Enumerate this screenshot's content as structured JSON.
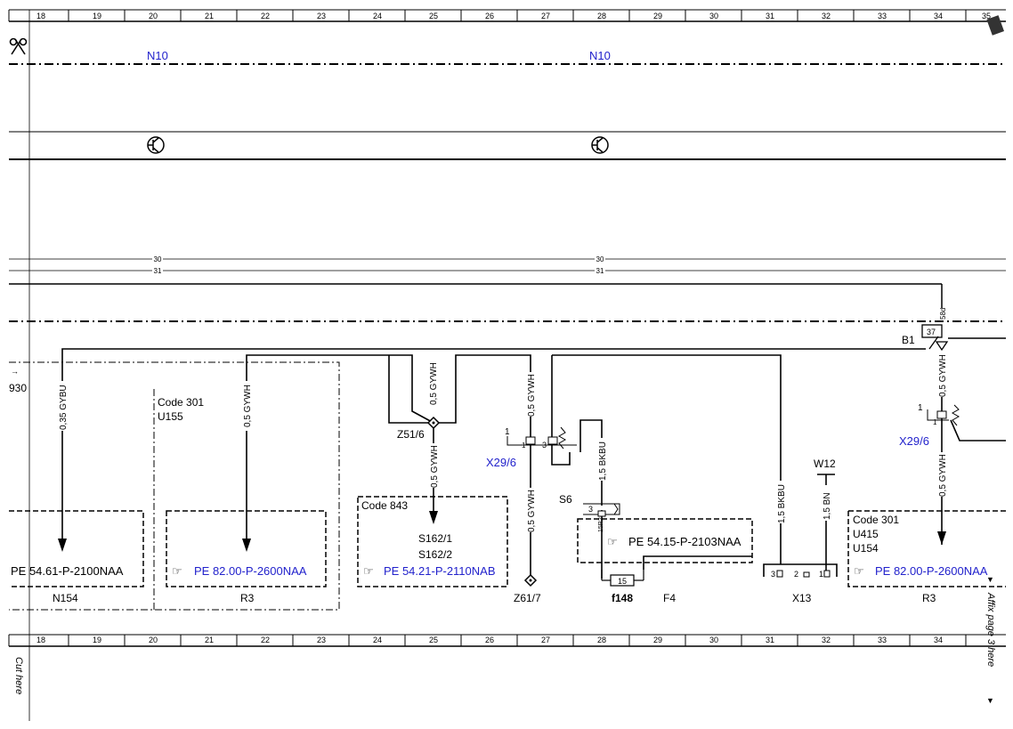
{
  "ruler": {
    "numbers": [
      "18",
      "19",
      "20",
      "21",
      "22",
      "23",
      "24",
      "25",
      "26",
      "27",
      "28",
      "29",
      "30",
      "31",
      "32",
      "33",
      "34",
      "35"
    ]
  },
  "cut_here": "Cut here",
  "affix": "Affix page 3 here",
  "bus": {
    "n10_left": "N10",
    "n10_right": "N10",
    "line_30": "30",
    "line_31": "31",
    "line_30b": "30",
    "line_31b": "31"
  },
  "ref_930": "930",
  "wires": {
    "gybu": "0,35 GYBU",
    "gywh_r3": "0,5 GYWH",
    "gywh_z51_top": "0,5 GYWH",
    "gywh_z51_bottom": "0,5 GYWH",
    "gywh_x29": "0,5 GYWH",
    "gywh_z61": "0,5 GYWH",
    "bkbu_s6": "1,5 BKBU",
    "bkbu_x13": "1,5 BKBU",
    "bn_w12": "1,5 BN",
    "gywh_b1_top": "0,5 GYWH",
    "gywh_b1_bottom": "0,5 GYWH"
  },
  "components": {
    "z51": "Z51/6",
    "x29_left": "X29/6",
    "x29_right": "X29/6",
    "z61": "Z61/7",
    "s6": "S6",
    "f148": "f148",
    "f4": "F4",
    "w12": "W12",
    "x13": "X13",
    "b1": "B1",
    "n154": "N154",
    "r3_left": "R3",
    "r3_right": "R3",
    "pin_37": "37",
    "pin_58d": "58d",
    "fuse_15": "15",
    "pin_15r2": "15R2"
  },
  "boxes": {
    "code301_u155": {
      "line1": "Code 301",
      "line2": "U155"
    },
    "code843": "Code 843",
    "code301_u415": {
      "line1": "Code 301",
      "line2": "U415",
      "line3": "U154"
    },
    "s162_1": "S162/1",
    "s162_2": "S162/2"
  },
  "refs": {
    "pe_n154": "PE 54.61-P-2100NAA",
    "pe_r3_left": "PE 82.00-P-2600NAA",
    "pe_s162": "PE 54.21-P-2110NAB",
    "pe_s6": "PE 54.15-P-2103NAA",
    "pe_r3_right": "PE 82.00-P-2600NAA"
  },
  "pins": {
    "p1a": "1",
    "p1b": "1",
    "p3": "3",
    "p1c": "1",
    "p1d": "1",
    "p3s6": "3",
    "x13_3": "3",
    "x13_2": "2",
    "x13_1": "1"
  },
  "colors": {
    "link": "#2222cc",
    "ink": "#000000"
  }
}
